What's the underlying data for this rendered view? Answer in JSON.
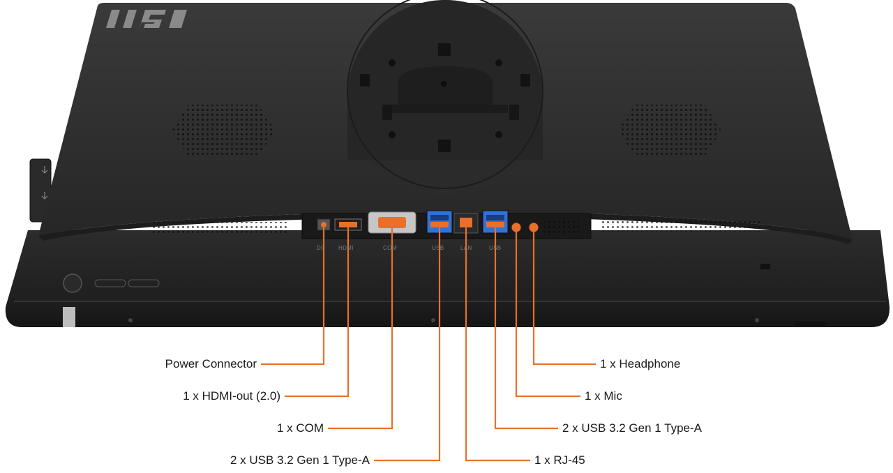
{
  "brand": {
    "logo_text": "MSI"
  },
  "accent_color": "#e8702a",
  "port_markings": {
    "dc": "DC",
    "hdmi": "HDMI",
    "com": "COM",
    "usb_left": "USB",
    "lan": "LAN",
    "usb_right": "USB"
  },
  "callouts": {
    "power": "Power Connector",
    "hdmi": "1 x HDMI-out (2.0)",
    "com": "1 x COM",
    "usb_left": "2 x USB 3.2 Gen 1 Type-A",
    "rj45": "1 x RJ-45",
    "usb_right": "2 x USB 3.2 Gen 1 Type-A",
    "mic": "1 x Mic",
    "headphone": "1 x Headphone"
  },
  "icons": {
    "speaker_grille_left": "speaker-grille-icon",
    "speaker_grille_right": "speaker-grille-icon",
    "vesa_mount": "vesa-mount-icon",
    "power_button": "power-button-icon",
    "usb_side": "usb-icon"
  }
}
